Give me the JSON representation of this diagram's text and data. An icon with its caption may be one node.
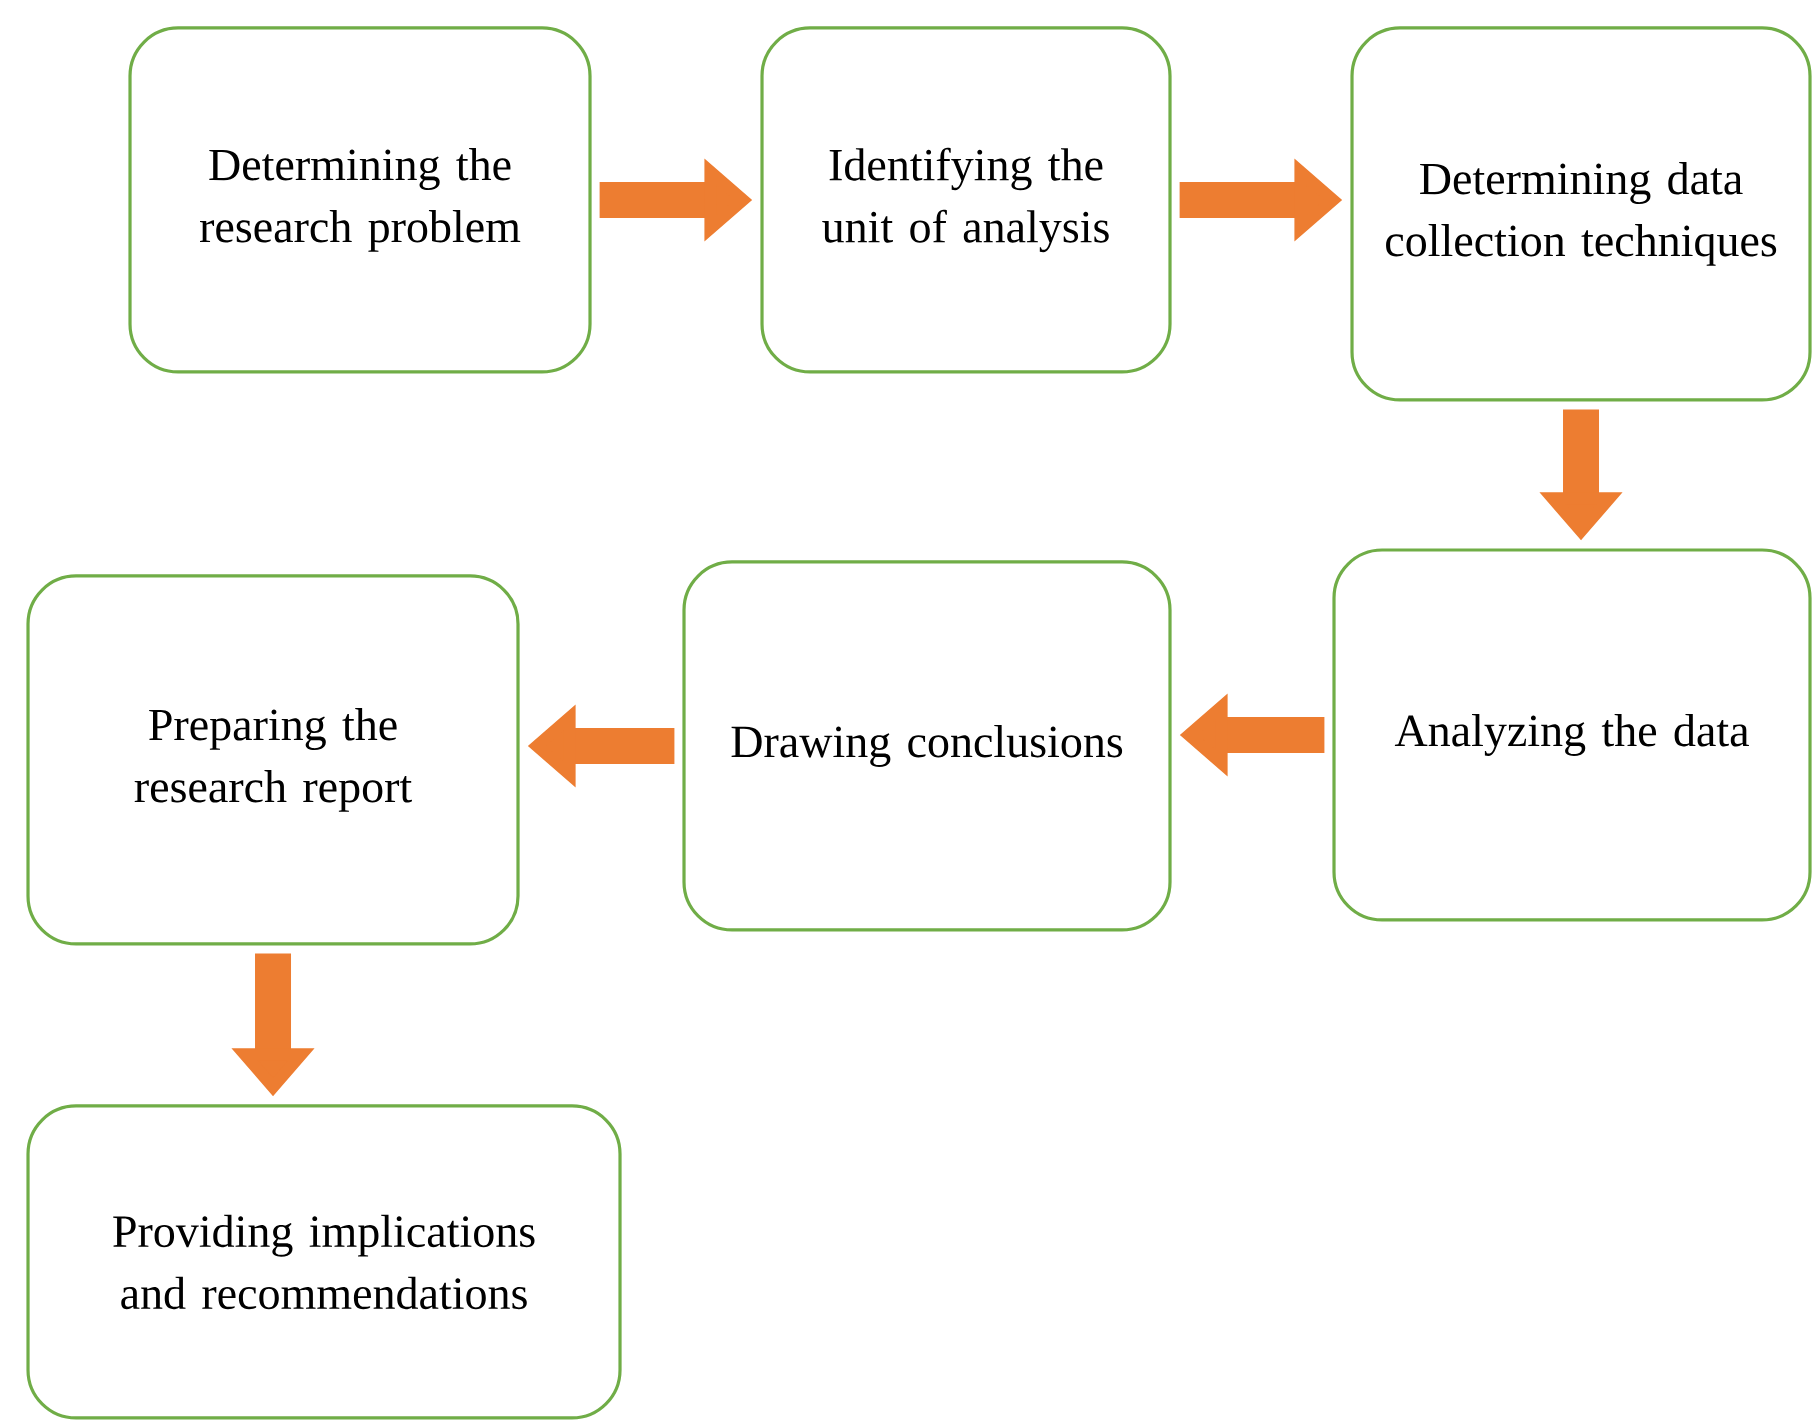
{
  "diagram": {
    "nodes": [
      {
        "text": [
          "Determining the research problem"
        ]
      },
      {
        "text": [
          "Identifying the unit of analysis"
        ]
      },
      {
        "text": [
          "Determining data collection techniques"
        ]
      },
      {
        "text": [
          "Analyzing the data"
        ]
      },
      {
        "text": [
          "Drawing conclusions"
        ]
      },
      {
        "text": [
          "Preparing the research report"
        ]
      },
      {
        "text": [
          "Providing implications and recommendations"
        ]
      }
    ],
    "edges": [
      {
        "from": 0,
        "to": 1,
        "arrow": "to"
      },
      {
        "from": 1,
        "to": 2,
        "arrow": "to"
      },
      {
        "from": 2,
        "to": 3,
        "arrow": "to"
      },
      {
        "from": 3,
        "to": 4,
        "arrow": "to"
      },
      {
        "from": 4,
        "to": 5,
        "arrow": "to"
      },
      {
        "from": 5,
        "to": 6,
        "arrow": "to"
      }
    ]
  }
}
